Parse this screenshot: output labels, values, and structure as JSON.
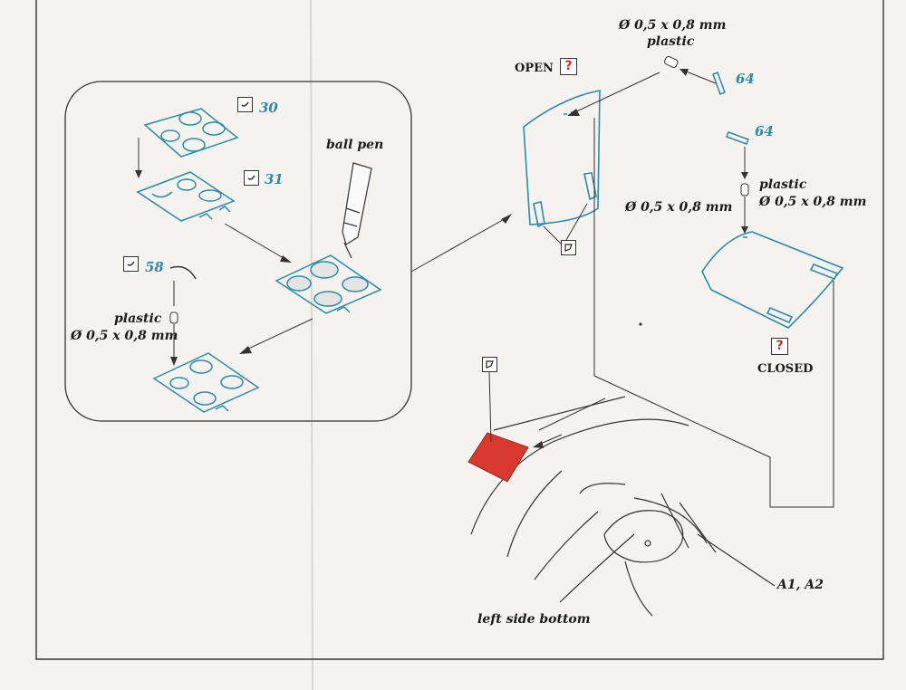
{
  "labels": {
    "part_30": "30",
    "part_31": "31",
    "part_58": "58",
    "part_64_top": "64",
    "part_64_right": "64",
    "ball_pen": "ball pen",
    "plastic_left": "plastic",
    "dim_left": "Ø 0,5 x 0,8 mm",
    "dim_top": "Ø 0,5 x 0,8 mm",
    "plastic_top": "plastic",
    "dim_mid": "Ø 0,5 x 0,8 mm",
    "plastic_right": "plastic",
    "dim_right": "Ø 0,5 x 0,8 mm",
    "open": "OPEN",
    "closed": "CLOSED",
    "question": "?",
    "left_side_bottom": "left side bottom",
    "a1a2": "A1, A2"
  },
  "colors": {
    "part_line": "#2f8aa8",
    "ink": "#1b1b1b",
    "highlight_red": "#d8392f",
    "question_red": "#c0322c"
  },
  "icons": {
    "bend_symbol": "bend-check-icon",
    "fold_symbol": "fold-flag-icon",
    "question_symbol": "question-box-icon"
  }
}
